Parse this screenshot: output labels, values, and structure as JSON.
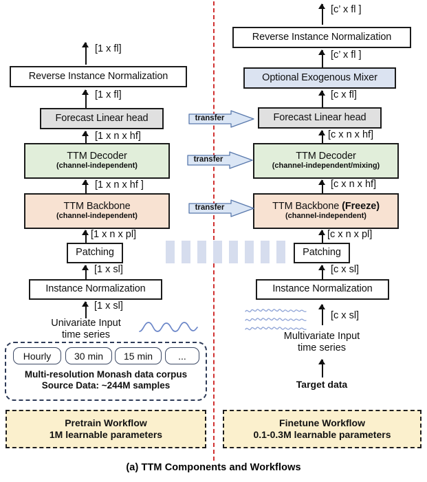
{
  "figure": {
    "caption": "(a) TTM Components and Workflows",
    "divider": "red-dashed-vertical-divider",
    "colors": {
      "green_block": "#e1eeda",
      "peach_block": "#f8e2d2",
      "grey_block": "#e0e0e0",
      "blue_block": "#dbe3f1",
      "yellow_workflow": "#fbf0cd",
      "divider_red": "#d03030",
      "transfer_arrow_fill": "#dbe6f5",
      "separator_bar": "#d6ddee",
      "waveform_blue": "#6b86c8"
    }
  },
  "pretrain": {
    "workflow_title": "Pretrain Workflow",
    "workflow_params": "1M learnable parameters",
    "blocks": {
      "reverse_instance_norm": "Reverse Instance Normalization",
      "forecast_head": "Forecast Linear head",
      "decoder_title": "TTM Decoder",
      "decoder_sub": "(channel-independent)",
      "backbone_title": "TTM Backbone",
      "backbone_sub": "(channel-independent)",
      "patching": "Patching",
      "instance_norm": "Instance Normalization"
    },
    "shapes": {
      "output": "[1 x fl]",
      "after_head": "[1 x fl]",
      "after_decoder": "[1 x  n x hf]",
      "after_backbone": "[1 x n x hf ]",
      "after_patching": "[1 x n x pl]",
      "after_instnorm": "[1 x sl]",
      "input": "[1 x sl]"
    },
    "input_caption_line1": "Univariate Input",
    "input_caption_line2": "time series",
    "corpus": {
      "resolutions": [
        "Hourly",
        "30 min",
        "15 min",
        "..."
      ],
      "line1": "Multi-resolution Monash data corpus",
      "line2": "Source Data: ~244M samples"
    }
  },
  "finetune": {
    "workflow_title": "Finetune Workflow",
    "workflow_params": "0.1-0.3M learnable parameters",
    "blocks": {
      "reverse_instance_norm": "Reverse Instance Normalization",
      "exogenous_mixer": "Optional Exogenous Mixer",
      "forecast_head": "Forecast Linear head",
      "decoder_title": "TTM Decoder",
      "decoder_sub": "(channel-independent/mixing)",
      "backbone_title": "TTM Backbone",
      "backbone_title_emphasis": "(Freeze)",
      "backbone_sub": "(channel-independent)",
      "patching": "Patching",
      "instance_norm": "Instance Normalization"
    },
    "shapes": {
      "output": "[c’ x fl ]",
      "after_mixer": "[c’ x fl ]",
      "after_head": "[c x fl]",
      "after_decoder": "[c x n x hf]",
      "after_backbone": "[c x n x hf]",
      "after_patching": "[c x n x pl]",
      "after_instnorm": "[c x sl]",
      "input": "[c x sl]"
    },
    "input_caption_line1": "Multivariate Input",
    "input_caption_line2": "time series",
    "target_data": "Target data"
  },
  "transfers": [
    {
      "label": "transfer",
      "from": "forecast_head",
      "to": "forecast_head"
    },
    {
      "label": "transfer",
      "from": "decoder",
      "to": "decoder"
    },
    {
      "label": "transfer",
      "from": "backbone",
      "to": "backbone"
    }
  ]
}
